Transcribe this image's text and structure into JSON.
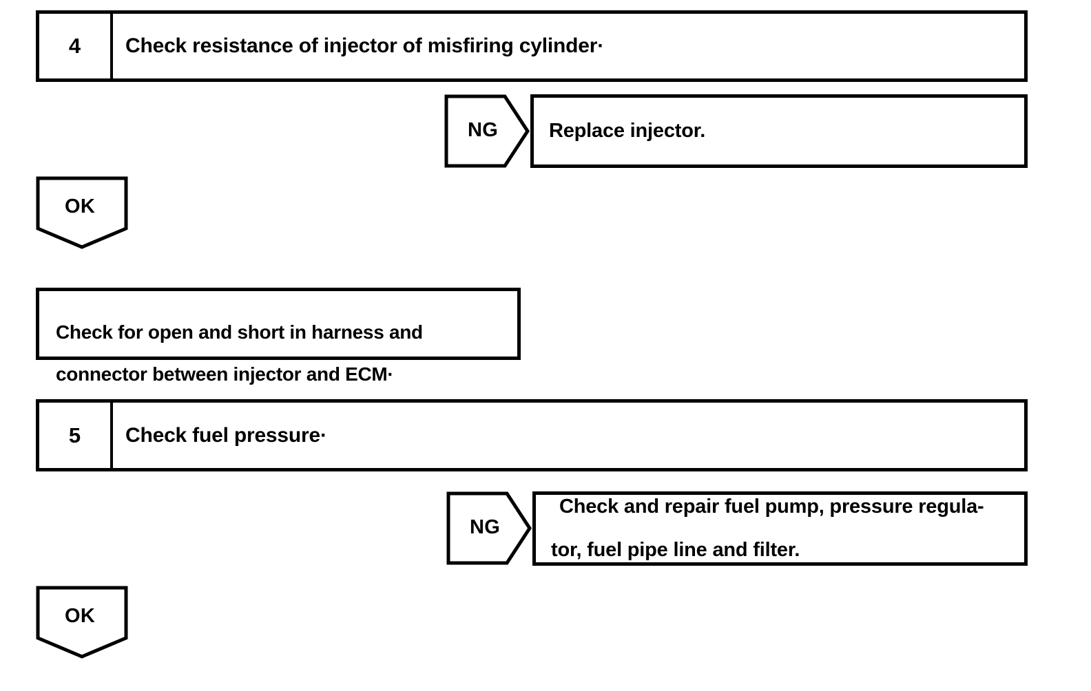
{
  "document": {
    "title": "Engine diagnostic flowchart - injector and fuel pressure checks"
  },
  "steps": [
    {
      "number": "4",
      "text": "Check resistance of injector of misfiring cylinder·",
      "result_badge": "NG",
      "result_text": "Replace injector.",
      "pass_badge": "OK"
    },
    {
      "number": "5",
      "text": "Check fuel pressure·",
      "result_badge": "NG",
      "result_text_line1": "Check and repair fuel pump, pressure regula-",
      "result_text_line2": "tor, fuel pipe line and filter.",
      "pass_badge": "OK"
    }
  ],
  "note": {
    "line1": "Check for open and short in harness and",
    "line2": "connector between injector and ECM·"
  },
  "colors": {
    "ink": "#000000",
    "paper": "#ffffff"
  }
}
